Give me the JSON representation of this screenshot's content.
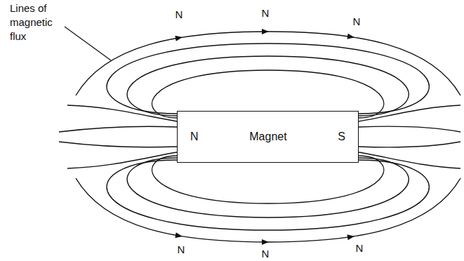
{
  "diagram": {
    "nodes": [
      {
        "text": [
          "N",
          "Magnet",
          "S"
        ]
      }
    ],
    "labels": [
      "Lines of magnetic flux",
      "N",
      "N",
      "N",
      "N",
      "N",
      "N"
    ]
  }
}
